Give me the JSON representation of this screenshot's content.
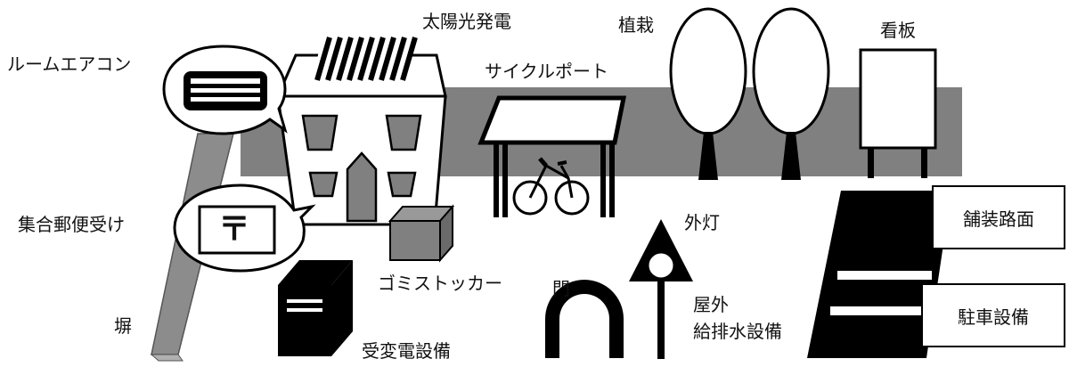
{
  "labels": {
    "solar": "太陽光発電",
    "aircon": "ルームエアコン",
    "cycleport": "サイクルポート",
    "plants": "植栽",
    "signboard": "看板",
    "mailbox": "集合郵便受け",
    "garbage": "ゴミストッカー",
    "fence": "塀",
    "substation": "受変電設備",
    "gate": "門",
    "outdoor_light": "外灯",
    "plumbing_line1": "屋外",
    "plumbing_line2": "給排水設備",
    "paved_road": "舗装路面",
    "parking": "駐車設備"
  },
  "icons": {
    "postal_mark": "〒"
  },
  "colors": {
    "background_band": "#808080",
    "building_fill": "#ffffff",
    "window_fill": "#808080",
    "wall_fill": "#8c8c8c",
    "black": "#000000"
  }
}
